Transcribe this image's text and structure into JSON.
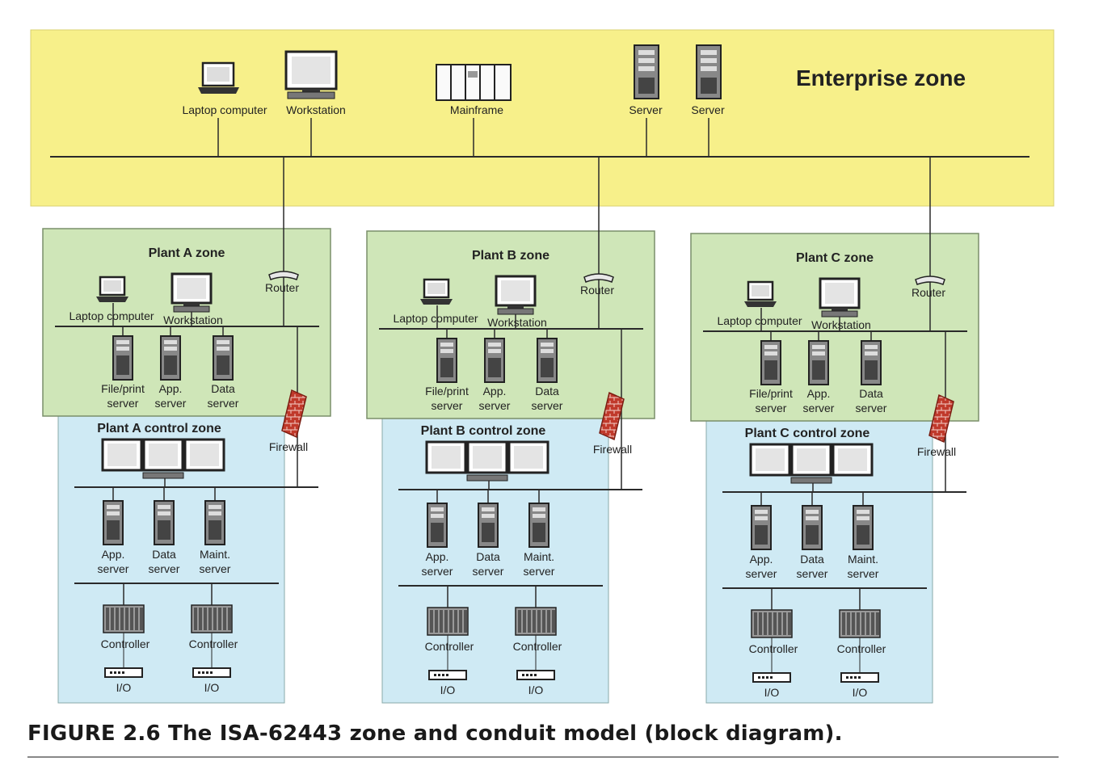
{
  "enterprise": {
    "title": "Enterprise zone",
    "devices": {
      "laptop": "Laptop computer",
      "workstation": "Workstation",
      "mainframe": "Mainframe",
      "server1": "Server",
      "server2": "Server"
    }
  },
  "plants": [
    {
      "zone_title": "Plant A zone",
      "control_title": "Plant A control zone",
      "router": "Router",
      "firewall": "Firewall",
      "laptop": "Laptop computer",
      "workstation": "Workstation",
      "servers": [
        [
          "File/print",
          "server"
        ],
        [
          "App.",
          "server"
        ],
        [
          "Data",
          "server"
        ]
      ],
      "control_servers": [
        [
          "App.",
          "server"
        ],
        [
          "Data",
          "server"
        ],
        [
          "Maint.",
          "server"
        ]
      ],
      "controllers": [
        "Controller",
        "Controller"
      ],
      "io": [
        "I/O",
        "I/O"
      ]
    },
    {
      "zone_title": "Plant B zone",
      "control_title": "Plant B control zone",
      "router": "Router",
      "firewall": "Firewall",
      "laptop": "Laptop computer",
      "workstation": "Workstation",
      "servers": [
        [
          "File/print",
          "server"
        ],
        [
          "App.",
          "server"
        ],
        [
          "Data",
          "server"
        ]
      ],
      "control_servers": [
        [
          "App.",
          "server"
        ],
        [
          "Data",
          "server"
        ],
        [
          "Maint.",
          "server"
        ]
      ],
      "controllers": [
        "Controller",
        "Controller"
      ],
      "io": [
        "I/O",
        "I/O"
      ]
    },
    {
      "zone_title": "Plant C zone",
      "control_title": "Plant C control zone",
      "router": "Router",
      "firewall": "Firewall",
      "laptop": "Laptop computer",
      "workstation": "Workstation",
      "servers": [
        [
          "File/print",
          "server"
        ],
        [
          "App.",
          "server"
        ],
        [
          "Data",
          "server"
        ]
      ],
      "control_servers": [
        [
          "App.",
          "server"
        ],
        [
          "Data",
          "server"
        ],
        [
          "Maint.",
          "server"
        ]
      ],
      "controllers": [
        "Controller",
        "Controller"
      ],
      "io": [
        "I/O",
        "I/O"
      ]
    }
  ],
  "caption": "FIGURE 2.6  The ISA-62443 zone and conduit model (block diagram).",
  "colors": {
    "enterprise_fill": "#f7f08a",
    "plant_fill": "#cfe6b8",
    "control_fill": "#cfeaf4",
    "line": "#2a2a2a",
    "firewall": "#c0392b"
  }
}
